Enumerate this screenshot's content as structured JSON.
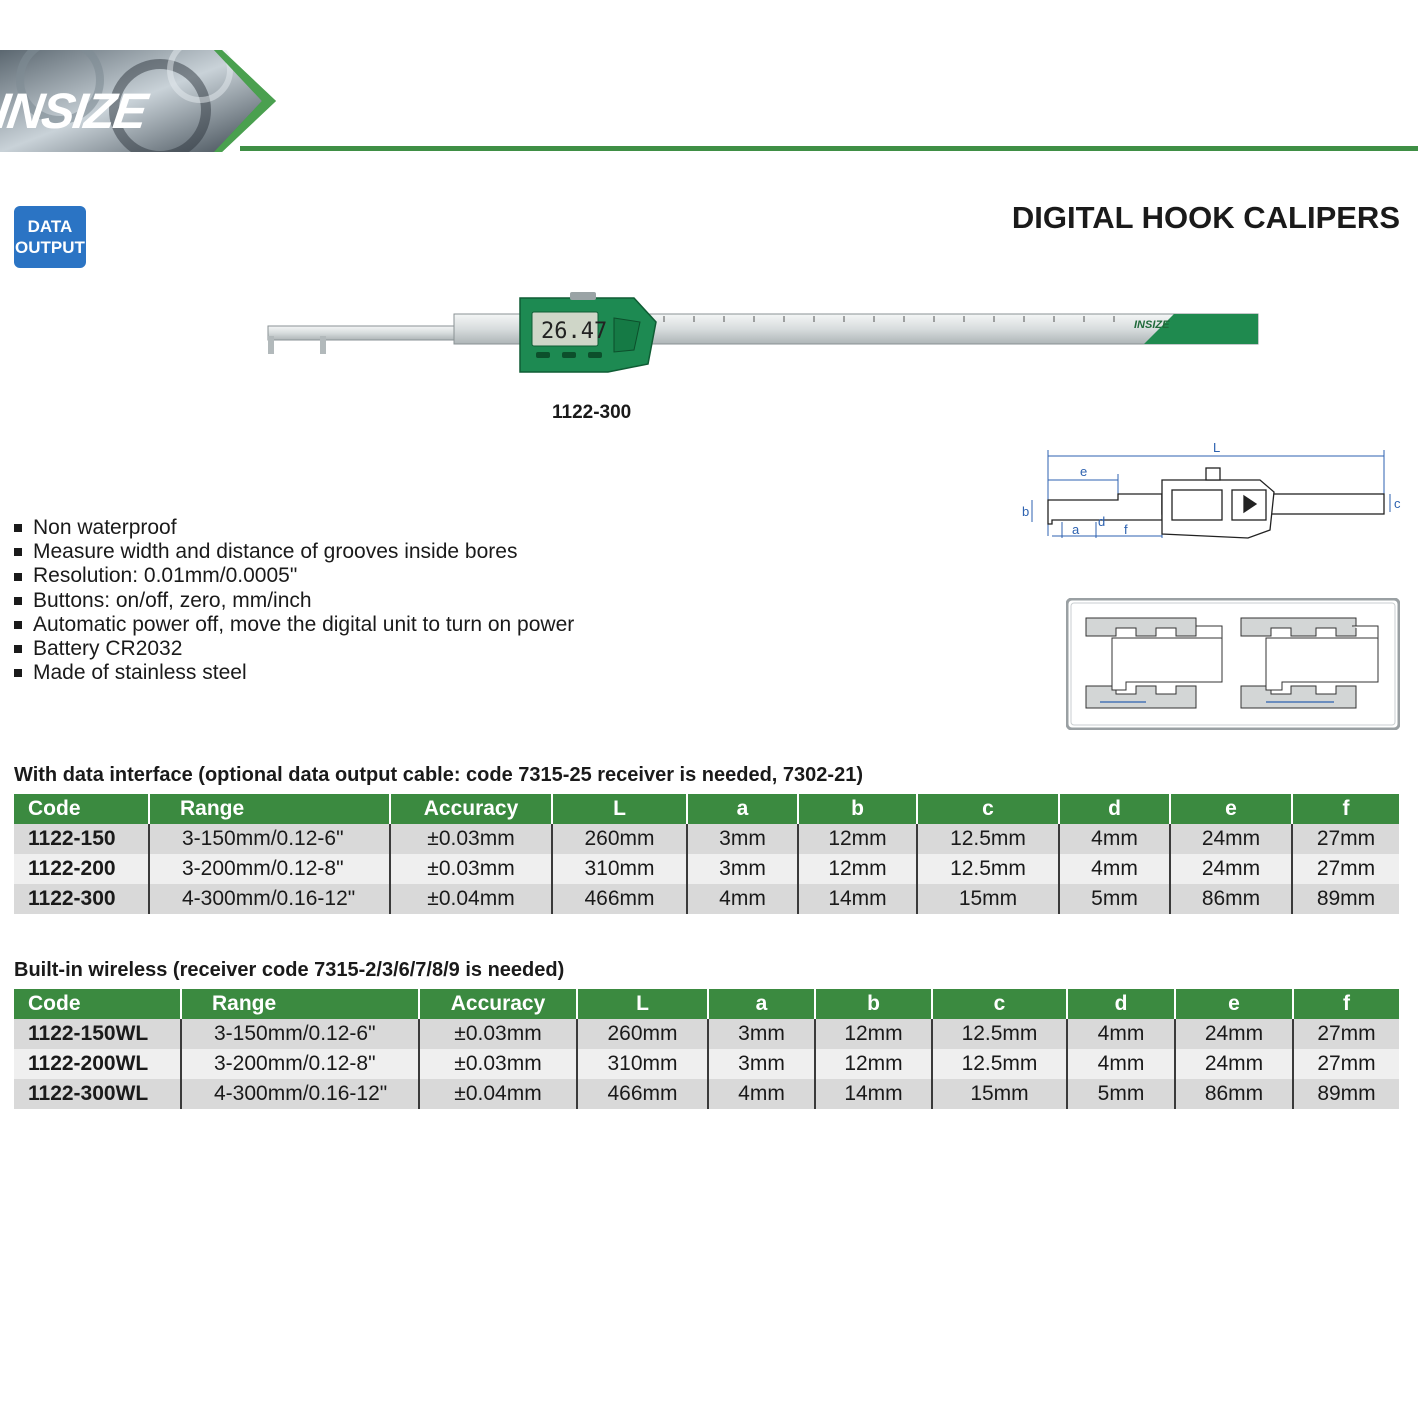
{
  "brand": {
    "logo": "INSIZE",
    "accent": "#3f8f45",
    "header_color": "#3b8a40"
  },
  "badge": {
    "line1": "DATA",
    "line2": "OUTPUT"
  },
  "title": "DIGITAL HOOK CALIPERS",
  "product": {
    "code": "1122-300",
    "display_reading": "26.47"
  },
  "features": [
    "Non waterproof",
    "Measure width and distance of grooves inside bores",
    "Resolution: 0.01mm/0.0005\"",
    "Buttons: on/off, zero, mm/inch",
    "Automatic power off, move the digital unit to turn on power",
    "Battery CR2032",
    "Made of stainless steel"
  ],
  "diagram_labels": {
    "L": "L",
    "e": "e",
    "b": "b",
    "a": "a",
    "d": "d",
    "f": "f",
    "c": "c"
  },
  "tables": [
    {
      "caption": "With data interface (optional data output cable: code 7315-25 receiver is needed, 7302-21)",
      "columns": [
        "Code",
        "Range",
        "Accuracy",
        "L",
        "a",
        "b",
        "c",
        "d",
        "e",
        "f"
      ],
      "rows": [
        [
          "1122-150",
          "3-150mm/0.12-6\"",
          "±0.03mm",
          "260mm",
          "3mm",
          "12mm",
          "12.5mm",
          "4mm",
          "24mm",
          "27mm"
        ],
        [
          "1122-200",
          "3-200mm/0.12-8\"",
          "±0.03mm",
          "310mm",
          "3mm",
          "12mm",
          "12.5mm",
          "4mm",
          "24mm",
          "27mm"
        ],
        [
          "1122-300",
          "4-300mm/0.16-12\"",
          "±0.04mm",
          "466mm",
          "4mm",
          "14mm",
          "15mm",
          "5mm",
          "86mm",
          "89mm"
        ]
      ]
    },
    {
      "caption": "Built-in wireless (receiver code 7315-2/3/6/7/8/9 is needed)",
      "columns": [
        "Code",
        "Range",
        "Accuracy",
        "L",
        "a",
        "b",
        "c",
        "d",
        "e",
        "f"
      ],
      "rows": [
        [
          "1122-150WL",
          "3-150mm/0.12-6\"",
          "±0.03mm",
          "260mm",
          "3mm",
          "12mm",
          "12.5mm",
          "4mm",
          "24mm",
          "27mm"
        ],
        [
          "1122-200WL",
          "3-200mm/0.12-8\"",
          "±0.03mm",
          "310mm",
          "3mm",
          "12mm",
          "12.5mm",
          "4mm",
          "24mm",
          "27mm"
        ],
        [
          "1122-300WL",
          "4-300mm/0.16-12\"",
          "±0.04mm",
          "466mm",
          "4mm",
          "14mm",
          "15mm",
          "5mm",
          "86mm",
          "89mm"
        ]
      ]
    }
  ]
}
